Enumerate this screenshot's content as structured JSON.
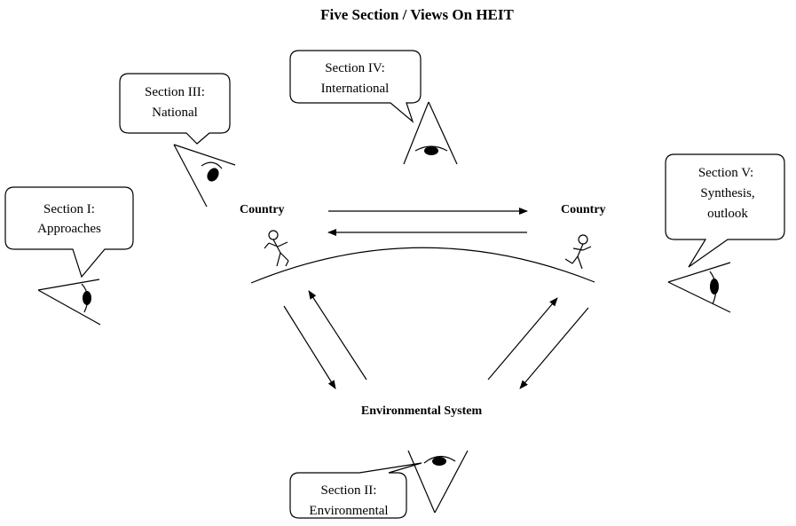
{
  "title": "Five Section / Views On HEIT",
  "nodes": {
    "country_left": "Country",
    "country_right": "Country",
    "environmental_system": "Environmental System"
  },
  "callouts": {
    "section_1": {
      "line1": "Section I:",
      "line2": "Approaches"
    },
    "section_2": {
      "line1": "Section II:",
      "line2": "Environmental"
    },
    "section_3": {
      "line1": "Section III:",
      "line2": "National"
    },
    "section_4": {
      "line1": "Section IV:",
      "line2": "International"
    },
    "section_5": {
      "line1": "Section V:",
      "line2": "Synthesis,",
      "line3": "outlook"
    }
  }
}
